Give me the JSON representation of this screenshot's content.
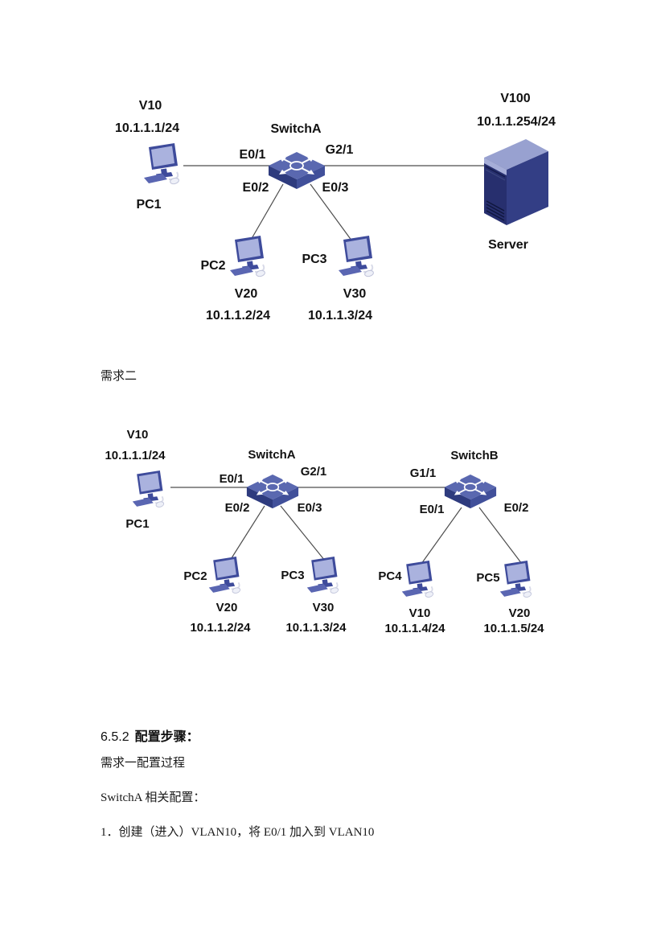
{
  "diagram1": {
    "switch_a_label": "SwitchA",
    "port_e0_1": "E0/1",
    "port_g2_1": "G2/1",
    "port_e0_2": "E0/2",
    "port_e0_3": "E0/3",
    "pc1_label": "PC1",
    "pc1_vlan": "V10",
    "pc1_ip": "10.1.1.1/24",
    "pc2_label": "PC2",
    "pc2_vlan": "V20",
    "pc2_ip": "10.1.1.2/24",
    "pc3_label": "PC3",
    "pc3_vlan": "V30",
    "pc3_ip": "10.1.1.3/24",
    "server_label": "Server",
    "server_vlan": "V100",
    "server_ip": "10.1.1.254/24"
  },
  "section2_heading": "需求二",
  "diagram2": {
    "switch_a_label": "SwitchA",
    "switch_b_label": "SwitchB",
    "a_port_e0_1": "E0/1",
    "a_port_g2_1": "G2/1",
    "a_port_e0_2": "E0/2",
    "a_port_e0_3": "E0/3",
    "b_port_g1_1": "G1/1",
    "b_port_e0_1": "E0/1",
    "b_port_e0_2": "E0/2",
    "pc1_label": "PC1",
    "pc1_vlan": "V10",
    "pc1_ip": "10.1.1.1/24",
    "pc2_label": "PC2",
    "pc2_vlan": "V20",
    "pc2_ip": "10.1.1.2/24",
    "pc3_label": "PC3",
    "pc3_vlan": "V30",
    "pc3_ip": "10.1.1.3/24",
    "pc4_label": "PC4",
    "pc4_vlan": "V10",
    "pc4_ip": "10.1.1.4/24",
    "pc5_label": "PC5",
    "pc5_vlan": "V20",
    "pc5_ip": "10.1.1.5/24"
  },
  "body": {
    "heading_number": "6.5.2",
    "heading_title": "配置步骤：",
    "para_requirement": "需求一配置过程",
    "para_switcha": "SwitchA 相关配置：",
    "step1": "1．创建（进入）VLAN10，将 E0/1 加入到 VLAN10"
  },
  "colors": {
    "switch_top": "#5a68b0",
    "switch_left": "#2e3b7e",
    "switch_right": "#41509a",
    "monitor_frame": "#3e4b9b",
    "monitor_screen": "#aab2de",
    "keyboard": "#5a66b2",
    "server_top": "#98a1d0",
    "server_front": "#272f6e",
    "server_side": "#333e85",
    "server_bevel": "#a6aed8",
    "line": "#4d4d4d"
  }
}
